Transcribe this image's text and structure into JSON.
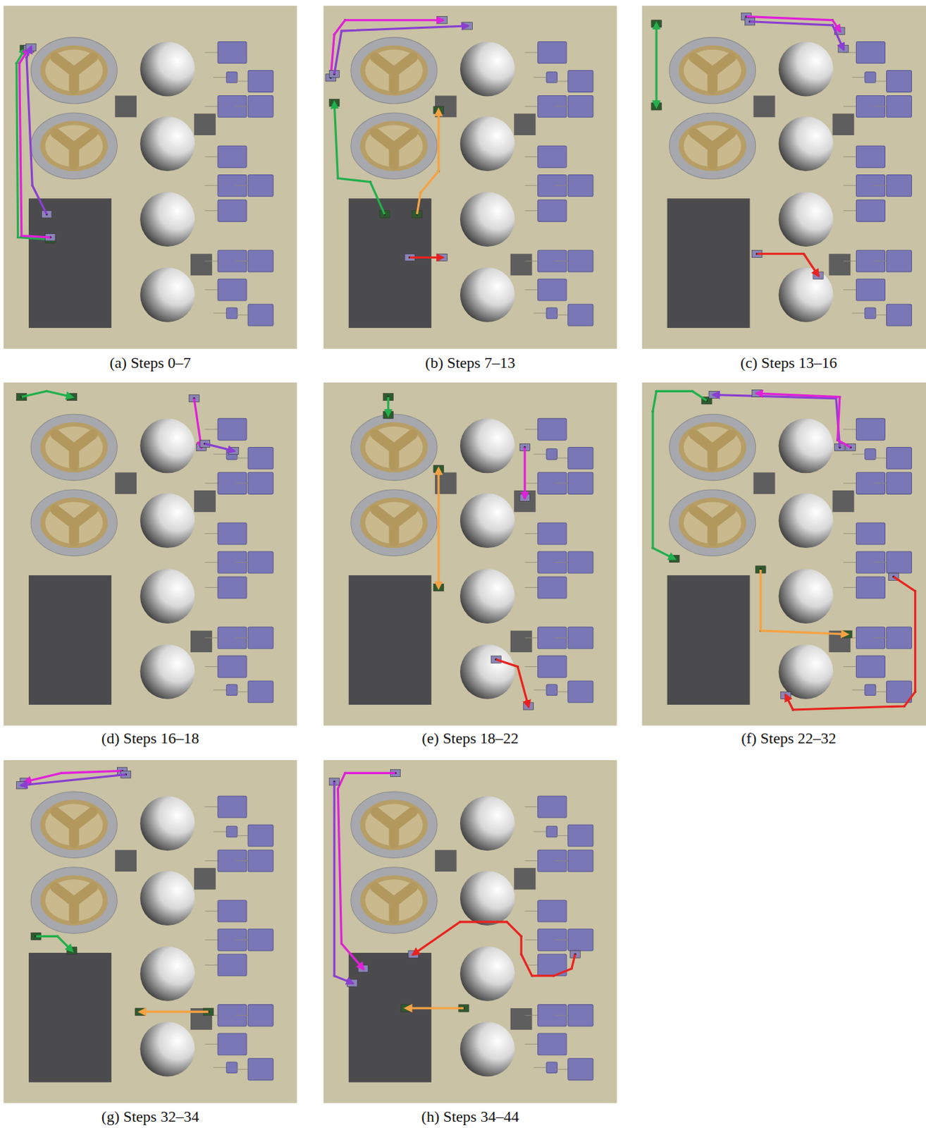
{
  "diagram": {
    "labels": [
      "(a) Steps 0–7",
      "(b) Steps 7–13",
      "(c) Steps 13–16",
      "(d) Steps 16–18",
      "(e) Steps 18–22",
      "(f) Steps 22–32",
      "(g) Steps 32–34",
      "(h) Steps 34–44"
    ]
  }
}
